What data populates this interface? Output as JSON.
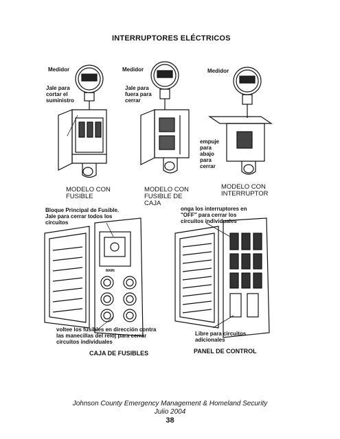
{
  "page": {
    "title": "INTERRUPTORES ELÉCTRICOS",
    "page_number": "38"
  },
  "top_labels": {
    "meter1": "Medidor",
    "meter2": "Medidor",
    "meter3": "Medidor",
    "pull_to_cut": [
      "Jale para",
      "cortar el",
      "suministro"
    ],
    "pull_out": [
      "Jale para",
      "fuera para",
      "cerrar"
    ],
    "push_down": [
      "empuje",
      "para",
      "abajo",
      "para",
      "cerrar"
    ]
  },
  "models": {
    "model1": [
      "MODELO CON",
      "FUSIBLE"
    ],
    "model2": [
      "MODELO CON",
      "FUSIBLE DE",
      "CAJA"
    ],
    "model3": [
      "MODELO CON",
      "INTERRUPTOR"
    ]
  },
  "panels": {
    "main_block": [
      "Bloque Principal de Fusible.",
      "Jale para cerrar todos los",
      "circuitos"
    ],
    "turn_off": [
      "onga los interruptores en",
      "\"OFF\" para cerrar los",
      "circuitos individuales"
    ],
    "rotate_fuses": [
      "voltee los fusibles en dirección contra",
      "las manecillas del reloj para cerrar",
      "circuitos individuales"
    ],
    "free_circuits": [
      "Libre para circuitos",
      "adicionales"
    ],
    "fuse_box": "CAJA DE FUSIBLES",
    "control_panel": "PANEL DE CONTROL",
    "fuse_small_label": "MAIN"
  },
  "footer": {
    "line1": "Johnson County Emergency Management & Homeland Security",
    "line2": "Julio 2004"
  }
}
